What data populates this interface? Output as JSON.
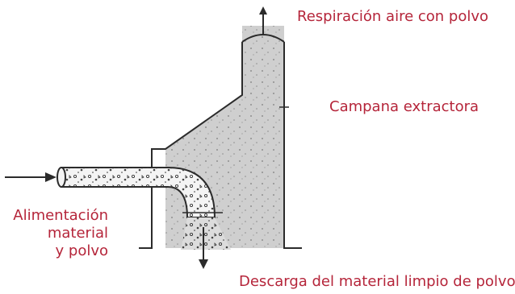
{
  "colors": {
    "label_text": "#b5253a",
    "hood_fill": "#cfcfcf",
    "line": "#2b2b2b"
  },
  "labels": {
    "air_exhaust": "Respiración aire con polvo",
    "hood": "Campana extractora",
    "feed_line1": "Alimentación",
    "feed_line2": "material",
    "feed_line3": "y polvo",
    "discharge": "Descarga del material limpio de polvo"
  }
}
